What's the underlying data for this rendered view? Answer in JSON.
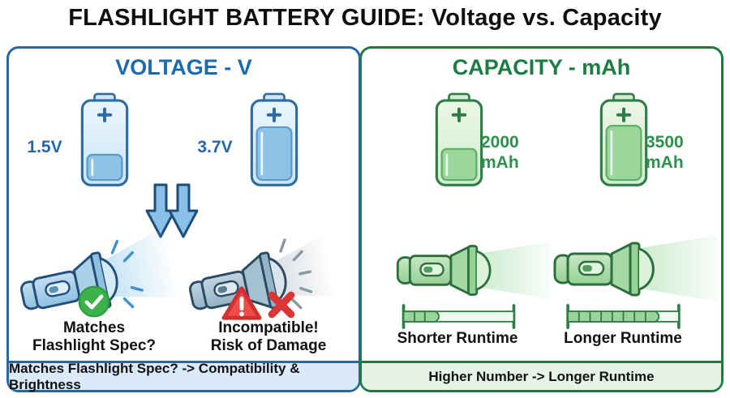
{
  "title": "FLASHLIGHT BATTERY GUIDE: Voltage vs. Capacity",
  "voltage_panel": {
    "heading": "VOLTAGE - V",
    "battery_low_label": "1.5V",
    "battery_high_label": "3.7V",
    "match_caption_line1": "Matches",
    "match_caption_line2": "Flashlight Spec?",
    "incompatible_caption_line1": "Incompatible!",
    "incompatible_caption_line2": "Risk of Damage",
    "footer": "Matches Flashlight Spec? -> Compatibility & Brightness"
  },
  "capacity_panel": {
    "heading": "CAPACITY - mAh",
    "battery_low_value": "2000",
    "battery_low_unit": "mAh",
    "battery_high_value": "3500",
    "battery_high_unit": "mAh",
    "short_runtime_label": "Shorter Runtime",
    "long_runtime_label": "Longer Runtime",
    "footer": "Higher Number -> Longer Runtime"
  },
  "icons": {
    "double_down_arrow": "double-down-arrow-icon",
    "check_circle": "check-circle-icon",
    "warning_triangle": "warning-triangle-icon",
    "cross": "cross-icon",
    "battery": "battery-icon",
    "flashlight": "flashlight-icon",
    "runtime_bar": "runtime-gauge"
  },
  "colors": {
    "voltage_accent": "#1b6ab1",
    "voltage_border": "#2767a6",
    "voltage_footer_bg": "#dbeafa",
    "voltage_label": "#2368ad",
    "capacity_accent": "#1c7c43",
    "capacity_border": "#1d7b41",
    "capacity_footer_bg": "#e6f4e7",
    "capacity_label": "#2f8f4e",
    "success_green": "#3cb24c",
    "danger_red": "#e04444",
    "title_color": "#0f0f0f"
  }
}
